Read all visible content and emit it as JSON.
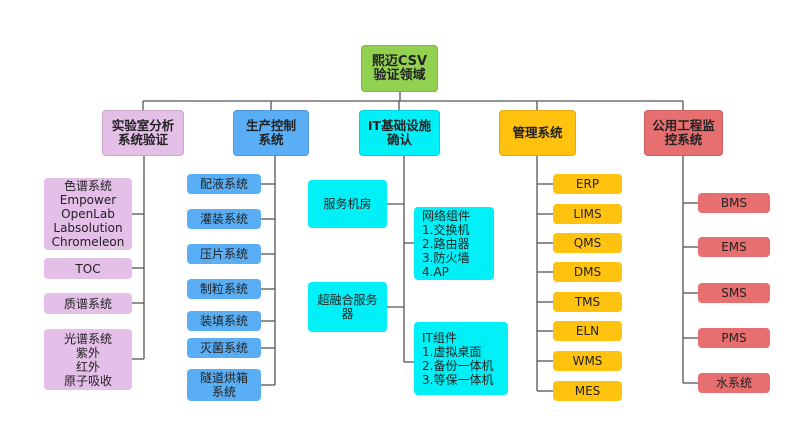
{
  "root": {
    "label": "熙迈CSV\n验证领域"
  },
  "categories": [
    {
      "id": "lab",
      "label": "实验室分析\n系统验证",
      "color": "#e4bfe8",
      "items": [
        "色谱系统\nEmpower\nOpenLab\nLabsolution\nChromeleon",
        "TOC",
        "质谱系统",
        "光谱系统\n紫外\n红外\n原子吸收"
      ]
    },
    {
      "id": "prod",
      "label": "生产控制\n系统",
      "color": "#5aaef5",
      "items": [
        "配液系统",
        "灌装系统",
        "压片系统",
        "制粒系统",
        "装填系统",
        "灭菌系统",
        "隧道烘箱\n系统"
      ]
    },
    {
      "id": "it",
      "label": "IT基础设施\n确认",
      "color": "#00f0f8",
      "left_items": [
        "服务机房",
        "超融合服务\n器"
      ],
      "right_items": [
        "网络组件\n1.交换机\n2.路由器\n3.防火墙\n4.AP",
        "IT组件\n1.虚拟桌面\n2.备份一体机\n3.等保一体机"
      ]
    },
    {
      "id": "mgmt",
      "label": "管理系统",
      "color": "#ffc20e",
      "items": [
        "ERP",
        "LIMS",
        "QMS",
        "DMS",
        "TMS",
        "ELN",
        "WMS",
        "MES"
      ]
    },
    {
      "id": "pub",
      "label": "公用工程监\n控系统",
      "color": "#e86f6f",
      "items": [
        "BMS",
        "EMS",
        "SMS",
        "PMS",
        "水系统"
      ]
    }
  ]
}
